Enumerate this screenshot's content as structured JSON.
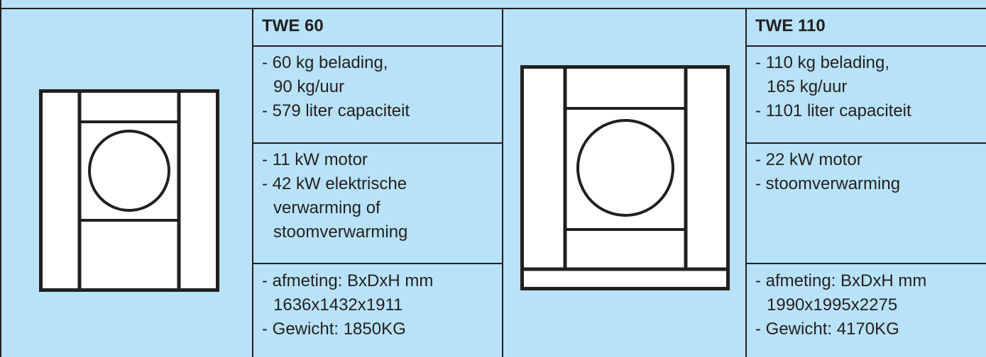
{
  "colors": {
    "background": "#b8e2f7",
    "line": "#231f20",
    "machine_fill": "#ffffff"
  },
  "models": [
    {
      "name": "TWE 60",
      "capacity_lines": [
        "- 60 kg belading,",
        "90 kg/uur",
        "- 579 liter capaciteit"
      ],
      "power_lines": [
        "- 11 kW motor",
        "- 42 kW elektrische",
        "verwarming of",
        "stoomverwarming"
      ],
      "dimension_lines": [
        "- afmeting: BxDxH mm",
        "1636x1432x1911",
        "- Gewicht: 1850KG"
      ],
      "icon": "dryer-front-icon"
    },
    {
      "name": "TWE 110",
      "capacity_lines": [
        "- 110 kg belading,",
        "165 kg/uur",
        "- 1101 liter capaciteit"
      ],
      "power_lines": [
        "- 22 kW motor",
        "- stoomverwarming"
      ],
      "dimension_lines": [
        "- afmeting: BxDxH mm",
        "1990x1995x2275",
        "- Gewicht: 4170KG"
      ],
      "icon": "dryer-front-with-base-icon"
    }
  ]
}
